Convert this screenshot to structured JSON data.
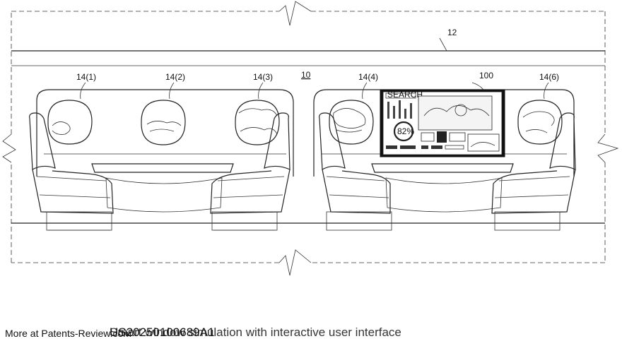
{
  "labels": {
    "fuselage": "12",
    "cabin": "10",
    "window_1": "14(1)",
    "window_2": "14(2)",
    "window_3": "14(3)",
    "window_4": "14(4)",
    "display": "100",
    "window_6": "14(6)"
  },
  "display_screen": {
    "header_text": "SEARCH",
    "gauge_value": "82%"
  },
  "footer": {
    "source": "More at Patents-Review.com",
    "patent_number": "US20250100689A1",
    "title": "Smart window simulation with interactive user interface"
  },
  "colors": {
    "line": "#222222",
    "background": "#ffffff"
  }
}
